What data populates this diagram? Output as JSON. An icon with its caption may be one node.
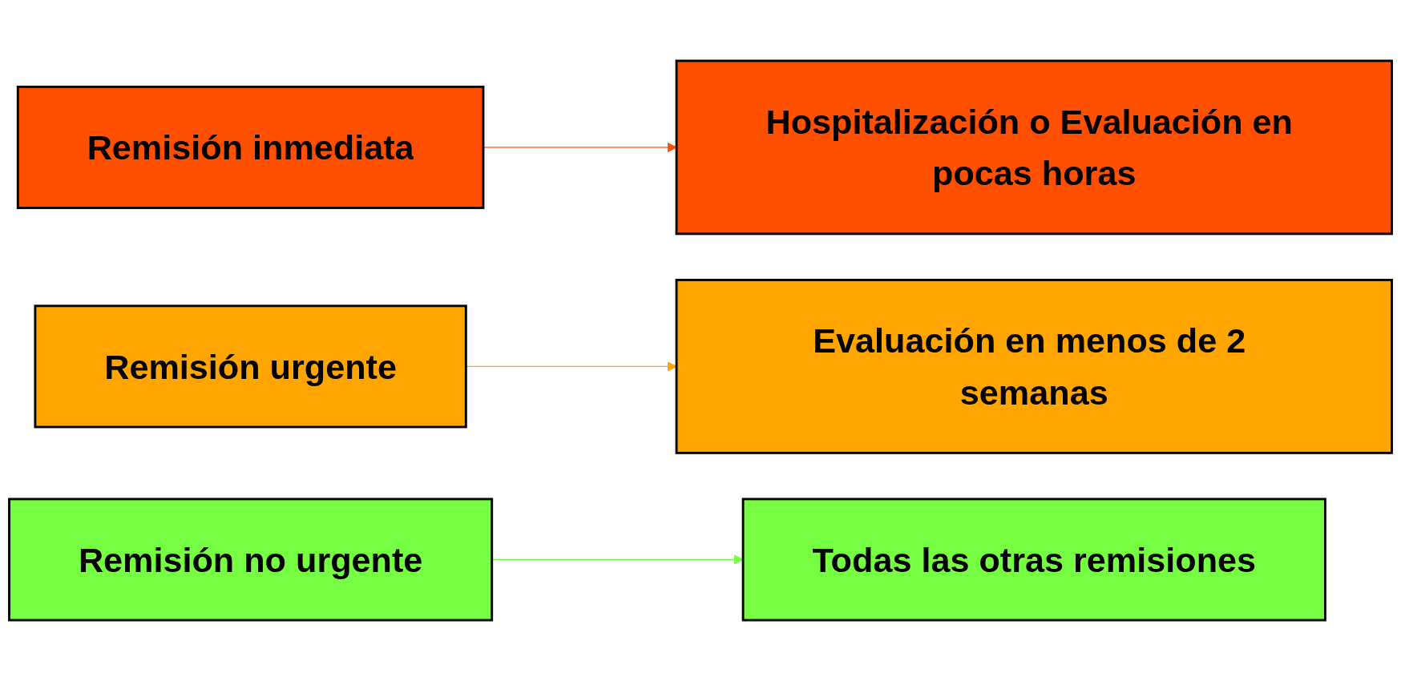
{
  "diagram": {
    "nodes": [
      {
        "text": [
          "Remisión inmediata"
        ]
      },
      {
        "text": [
          "Hospitalización o Evaluación en pocas horas"
        ]
      },
      {
        "text": [
          "Remisión urgente"
        ]
      },
      {
        "text": [
          "Evaluación en menos de 2 semanas"
        ]
      },
      {
        "text": [
          "Remisión no urgente"
        ]
      },
      {
        "text": [
          "Todas las otras remisiones"
        ]
      }
    ],
    "edges": [
      {
        "from": 0,
        "to": 1,
        "arrow": "to",
        "color": "#ff4f00"
      },
      {
        "from": 2,
        "to": 3,
        "arrow": "to",
        "color": "#ffa500"
      },
      {
        "from": 4,
        "to": 5,
        "arrow": "to",
        "color": "#76ff42"
      }
    ]
  }
}
